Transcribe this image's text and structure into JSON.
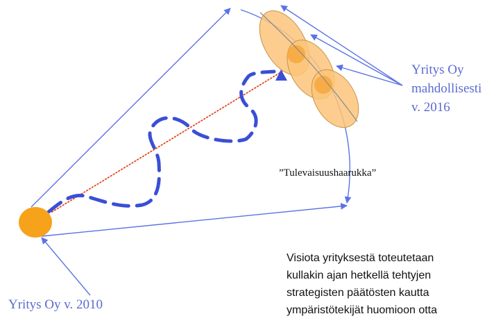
{
  "labels": {
    "future_company_line1": "Yritys Oy",
    "future_company_line2": "mahdollisesti",
    "future_company_line3": "v. 2016",
    "fork": "”Tulevaisuushaarukka”",
    "company_2010": "Yritys Oy v. 2010",
    "vision_line1": "Visiota yrityksestä toteutetaan",
    "vision_line2": "kullakin ajan hetkellä tehtyjen",
    "vision_line3": "strategisten päätösten kautta",
    "vision_line4": "ympäristötekijät huomioon otta"
  },
  "colors": {
    "line_blue": "#5b72e6",
    "dash_blue": "#3a4fd6",
    "label_blue": "#5a6bd0",
    "start_orange": "#f7a21b",
    "future_ellipse_fill": "#fbc47a",
    "future_ellipse_stroke": "#c9944a",
    "trend_red": "#e0471d",
    "text_black": "#111111"
  },
  "icons": {
    "start_marker": "orange-circle",
    "target_marker": "blue-triangle"
  }
}
